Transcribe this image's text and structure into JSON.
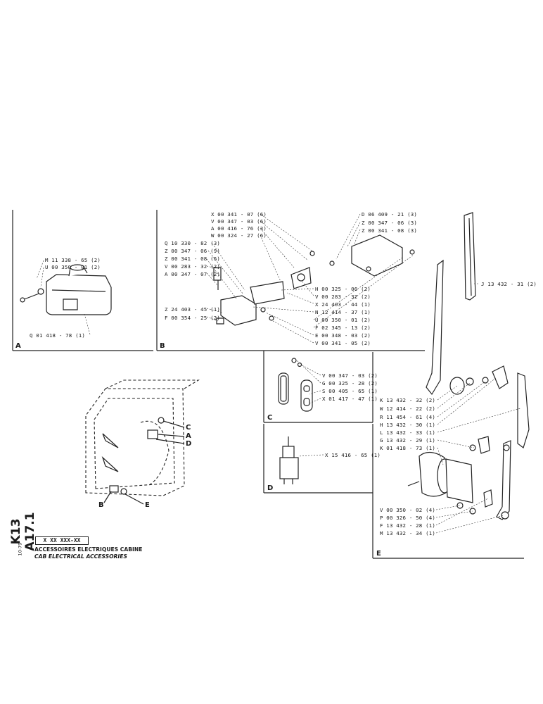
{
  "page_ref": "K13 A17.1",
  "date_ref": "10-79",
  "title_block": {
    "code": "X XX XXX-XX",
    "title_fr": "ACCESSOIRES ELECTRIQUES CABINE",
    "title_en": "CAB ELECTRICAL ACCESSORIES"
  },
  "callouts": {
    "c": "C",
    "a": "A",
    "d": "D",
    "b": "B",
    "e": "E"
  },
  "panels": {
    "a": {
      "letter": "A",
      "parts": [
        "M 11 338 - 65 (2)",
        "U 00 350 - 01 (2)",
        "Q 01 418 - 78 (1)"
      ]
    },
    "b": {
      "letter": "B",
      "parts_left": [
        "Q 10 330 - 82 (3)",
        "Z 00 347 - 06 (9)",
        "Z 00 341 - 08 (6)",
        "V 00 283 - 32 (2)",
        "A 00 347 - 07 (2)",
        "Z 24 403 - 45 (1)",
        "F 00 354 - 25 (2)"
      ],
      "parts_top": [
        "X 00 341 - 07 (6)",
        "V 00 347 - 03 (6)",
        "A 00 416 - 76 (3)",
        "W 00 324 - 27 (6)"
      ],
      "parts_topright": [
        "D 06 409 - 21 (3)",
        "Z 00 347 - 06 (3)",
        "Z 00 341 - 08 (3)"
      ],
      "parts_right": [
        "H 00 325 - 06 (2)",
        "V 00 283 - 32 (2)",
        "X 24 403 - 44 (1)",
        "N 12 414 - 37 (1)",
        "U 00 350 - 01 (2)",
        "F 02 345 - 13 (2)",
        "E 00 348 - 03 (2)",
        "V 00 341 - 05 (2)"
      ]
    },
    "c": {
      "letter": "C",
      "parts": [
        "V 00 347 - 03 (2)",
        "G 00 325 - 28 (2)",
        "S 00 405 - 65 (1)",
        "X 01 417 - 47 (1)"
      ]
    },
    "d": {
      "letter": "D",
      "parts": [
        "X 15 416 - 65 (1)"
      ]
    },
    "e": {
      "letter": "E",
      "part_blade": "J 13 432 - 31 (2)",
      "parts_mid": [
        "K 13 432 - 32 (2)",
        "W 12 414 - 22 (2)",
        "R 11 454 - 61 (4)",
        "H 13 432 - 30 (1)",
        "L 13 432 - 33 (1)",
        "G 13 432 - 29 (1)",
        "K 01 418 - 73 (1)"
      ],
      "parts_bottom": [
        "V 00 350 - 02 (4)",
        "P 00 326 - 50 (4)",
        "F 13 432 - 28 (1)",
        "M 13 432 - 34 (1)"
      ]
    }
  }
}
